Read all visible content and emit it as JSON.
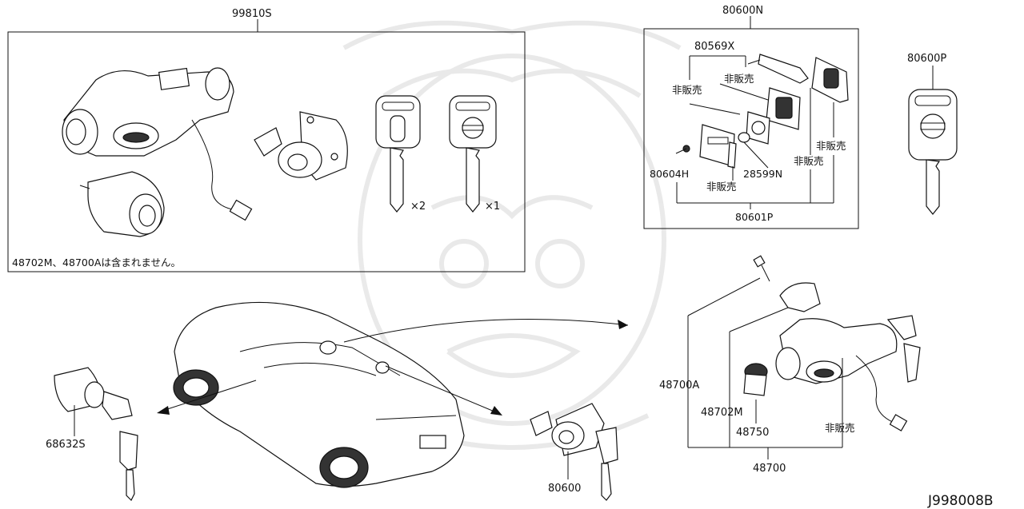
{
  "diagram_code": "J998008B",
  "sets": {
    "left_box_title": "99810S",
    "left_box_note": "48702M、48700Aは含まれません。",
    "right_box_title": "80600N",
    "standalone_key": "80600P"
  },
  "key_counts": {
    "key1": "×2",
    "key2": "×1"
  },
  "fob_parts": {
    "p80569X": "80569X",
    "p80604H": "80604H",
    "p28599N": "28599N",
    "p80601P": "80601P",
    "not_for_sale": "非販売"
  },
  "car_parts": {
    "p68632S": "68632S",
    "p80600": "80600",
    "p48700A": "48700A",
    "p48702M": "48702M",
    "p48750": "48750",
    "p48700": "48700",
    "not_for_sale": "非販売"
  },
  "colors": {
    "line": "#111111",
    "watermark": "#d8d8d8"
  }
}
